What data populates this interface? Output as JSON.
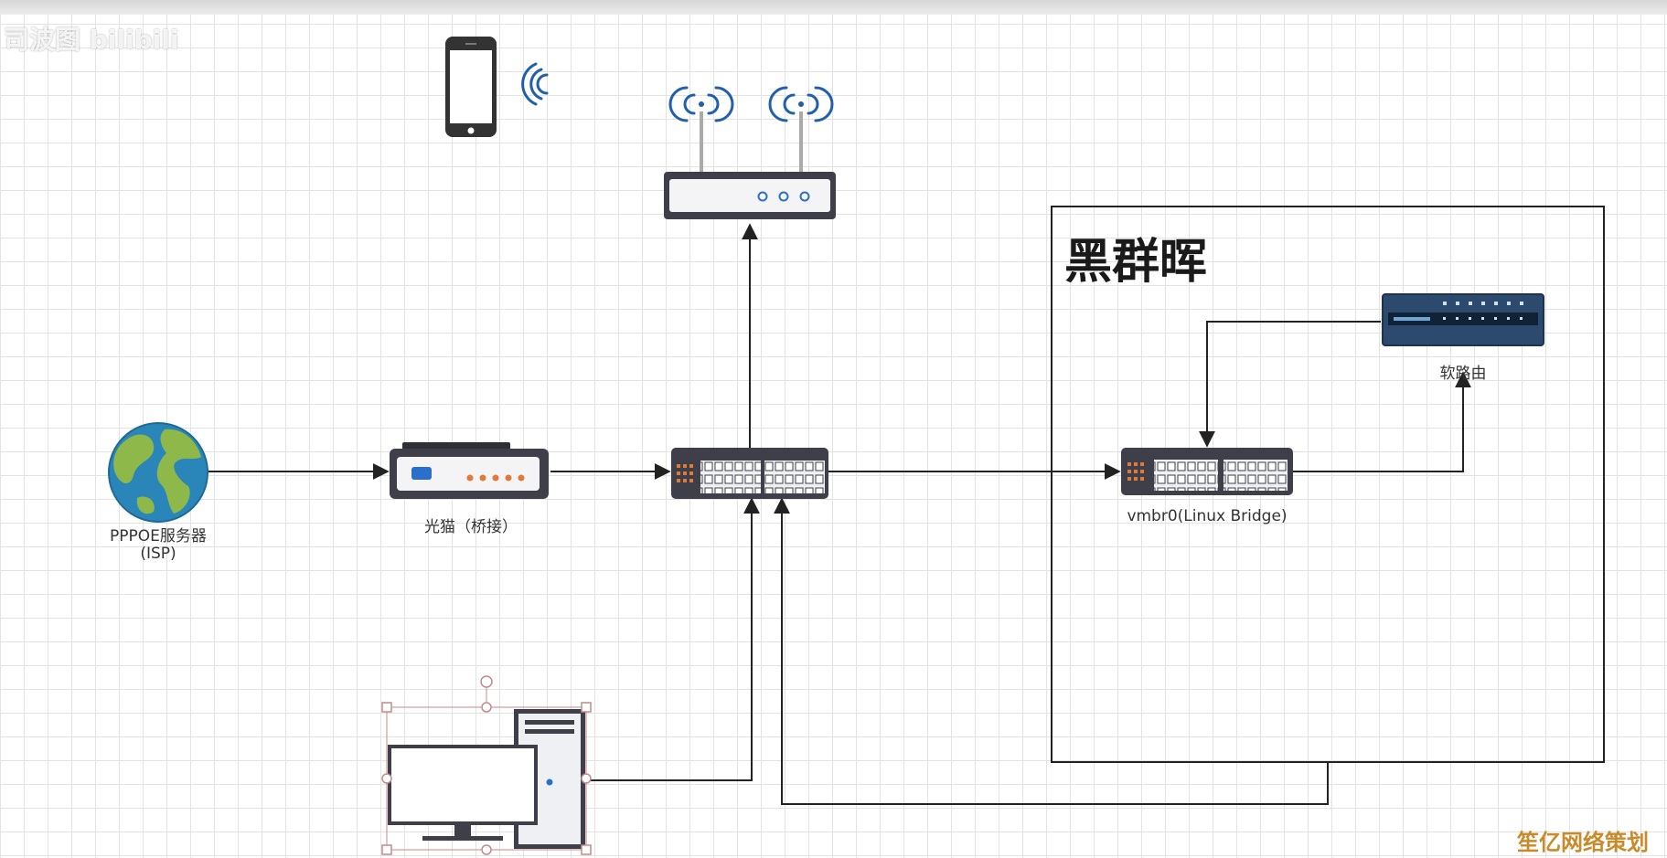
{
  "watermarks": {
    "top_left": "司波图 bilibili",
    "bottom_right": "笙亿网络策划"
  },
  "diagram": {
    "nas_group_title": "黑群晖",
    "nodes": {
      "isp": {
        "label_line1": "PPPOE服务器",
        "label_line2": "(ISP)",
        "icon": "globe-icon"
      },
      "modem": {
        "label": "光猫（桥接）",
        "icon": "modem-icon"
      },
      "main_switch": {
        "label": "",
        "icon": "switch-icon"
      },
      "wifi_router": {
        "label": "",
        "icon": "wireless-router-icon"
      },
      "phone": {
        "label": "",
        "icon": "smartphone-icon"
      },
      "pc": {
        "label": "",
        "icon": "desktop-computer-icon"
      },
      "linux_bridge": {
        "label": "vmbr0(Linux Bridge)",
        "icon": "switch-icon"
      },
      "soft_router": {
        "label": "软路由",
        "icon": "rack-router-icon"
      }
    }
  },
  "colors": {
    "edge": "#222222",
    "device_dark": "#3f3f4a",
    "accent_orange": "#e07a3a",
    "accent_blue": "#2a6fc9",
    "rack_blue": "#2c4a6e",
    "globe_ocean": "#2a86b8",
    "globe_land": "#8fb84a"
  }
}
